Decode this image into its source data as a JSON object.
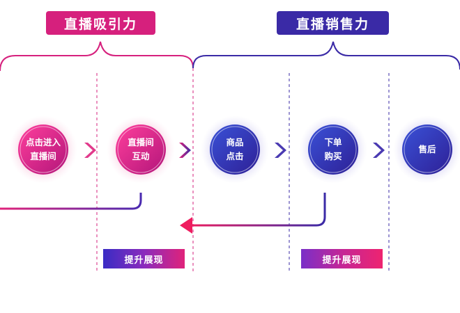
{
  "header": {
    "left_label": "直播吸引力",
    "right_label": "直播销售力"
  },
  "nodes": [
    {
      "line1": "点击进入",
      "line2": "直播间"
    },
    {
      "line1": "直播间",
      "line2": "互动"
    },
    {
      "line1": "商品",
      "line2": "点击"
    },
    {
      "line1": "下单",
      "line2": "购买"
    },
    {
      "line1": "售后",
      "line2": ""
    }
  ],
  "badges": {
    "left": "提升展现",
    "right": "提升展现"
  },
  "colors": {
    "pink": "#d6207d",
    "indigo": "#3a2aa6",
    "pink_light": "#fbd9ea",
    "indigo_light": "#dcdaf5"
  }
}
